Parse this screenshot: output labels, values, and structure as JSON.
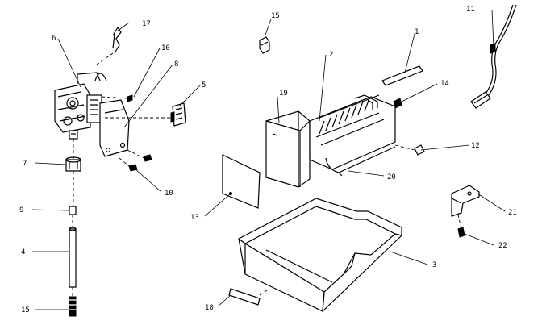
{
  "diagram": {
    "callouts": {
      "c1": "1",
      "c2": "2",
      "c3": "3",
      "c4": "4",
      "c5": "5",
      "c6": "6",
      "c7": "7",
      "c8": "8",
      "c9": "9",
      "c10a": "10",
      "c10b": "10",
      "c11": "11",
      "c12": "12",
      "c13": "13",
      "c14": "14",
      "c15a": "15",
      "c15b": "15",
      "c17": "17",
      "c18": "18",
      "c19": "19",
      "c20": "20",
      "c21": "21",
      "c22": "22"
    }
  }
}
